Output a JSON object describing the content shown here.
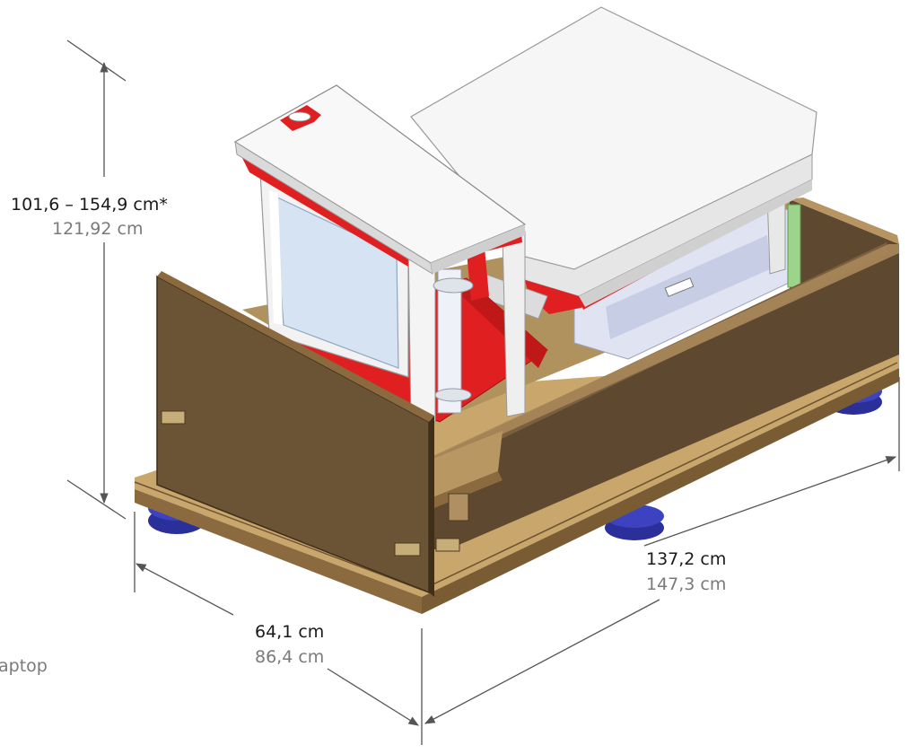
{
  "dimensions": {
    "height": {
      "label": "101,6 – 154,9 cm*",
      "sub_label": "121,92 cm"
    },
    "length": {
      "label": "137,2 cm",
      "sub_label": "147,3 cm"
    },
    "depth": {
      "label": "64,1 cm",
      "sub_label": "86,4 cm"
    }
  },
  "cropped_text": "aptop",
  "colors": {
    "crate_wood": "#6b5335",
    "crate_wood_dark": "#4f3c24",
    "crate_wood_light": "#a8875a",
    "cart_white": "#f4f4f4",
    "cart_red": "#e02020",
    "caster_blue": "#2a2f9a",
    "dimension_line": "#555555",
    "panel_blue": "#dfe3f2",
    "strip_green": "#9bd48a"
  }
}
